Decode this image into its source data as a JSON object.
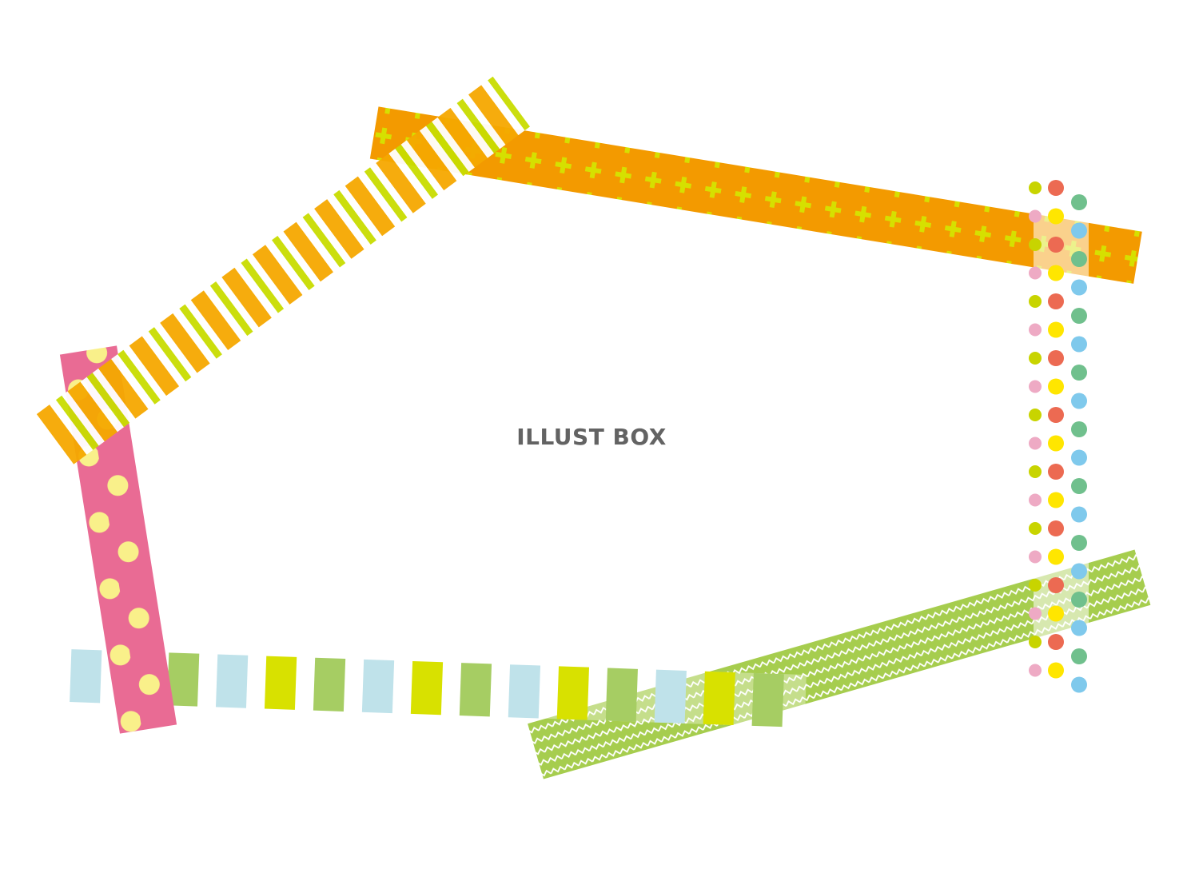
{
  "watermark": {
    "text": "ILLUST BOX"
  },
  "tapes": [
    {
      "name": "orange-cross-tape",
      "pattern": "cross",
      "colors": {
        "base": "#f39a00",
        "mark": "#d6e000"
      }
    },
    {
      "name": "diagonal-stripe-tape",
      "pattern": "stripes",
      "colors": {
        "a": "#f5a800",
        "b": "#c8dc00",
        "gap": "#ffffff"
      }
    },
    {
      "name": "pink-polka-dot-tape",
      "pattern": "polka-dots",
      "colors": {
        "base": "#e96b94",
        "dot": "#f9f08a"
      }
    },
    {
      "name": "multicolor-dot-tape",
      "pattern": "dot-columns",
      "colors": {
        "red": "#ec6a52",
        "yellow": "#ffe600",
        "green": "#70c08d",
        "blue": "#7fc9ec",
        "lime": "#c8d400",
        "pink": "#eeaac4"
      }
    },
    {
      "name": "pastel-block-stripe-tape",
      "pattern": "blocks",
      "colors": {
        "blue": "#bfe2ea",
        "lime": "#d8e100",
        "green": "#a6cd63"
      }
    },
    {
      "name": "green-zigzag-tape",
      "pattern": "zigzag",
      "colors": {
        "base": "#a6cd4e",
        "line": "#ffffff"
      }
    }
  ]
}
